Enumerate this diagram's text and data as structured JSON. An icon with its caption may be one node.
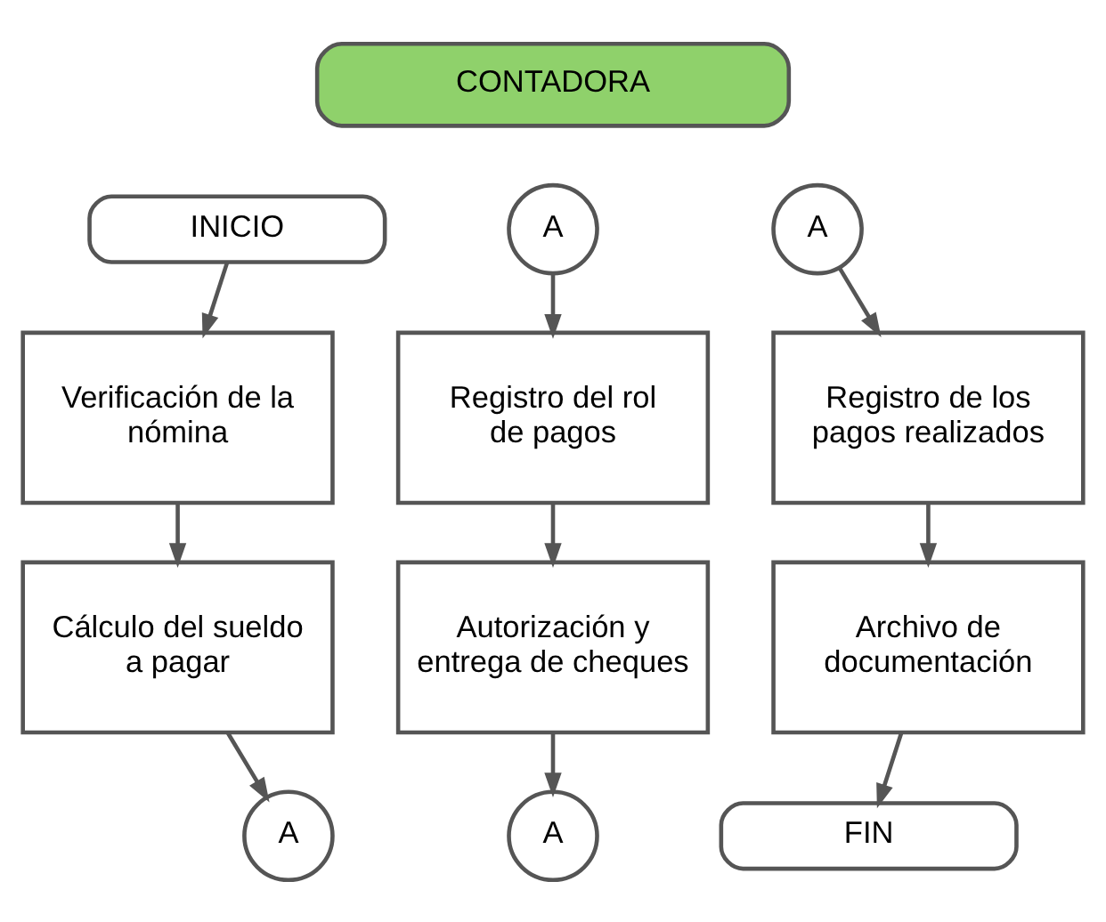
{
  "diagram": {
    "nodes": [
      {
        "text": [
          "CONTADORA"
        ]
      },
      {
        "text": [
          "INICIO"
        ]
      },
      {
        "text": [
          "A"
        ]
      },
      {
        "text": [
          "A"
        ]
      },
      {
        "text": [
          "Verificación de la nómina"
        ]
      },
      {
        "text": [
          "Registro del rol de pagos"
        ]
      },
      {
        "text": [
          "Registro de los pagos realizados"
        ]
      },
      {
        "text": [
          "Cálculo del sueldo a pagar"
        ]
      },
      {
        "text": [
          "Autorización y entrega de cheques"
        ]
      },
      {
        "text": [
          "Archivo de documentación"
        ]
      },
      {
        "text": [
          "A"
        ]
      },
      {
        "text": [
          "A"
        ]
      },
      {
        "text": [
          "FIN"
        ]
      }
    ],
    "edges": [
      {
        "from": 1,
        "to": 4,
        "arrow": "to"
      },
      {
        "from": 4,
        "to": 7,
        "arrow": "to"
      },
      {
        "from": 7,
        "to": 10,
        "arrow": "to"
      },
      {
        "from": 2,
        "to": 5,
        "arrow": "to"
      },
      {
        "from": 5,
        "to": 8,
        "arrow": "to"
      },
      {
        "from": 8,
        "to": 11,
        "arrow": "to"
      },
      {
        "from": 3,
        "to": 6,
        "arrow": "to"
      },
      {
        "from": 6,
        "to": 9,
        "arrow": "to"
      },
      {
        "from": 9,
        "to": 12,
        "arrow": "to"
      }
    ]
  }
}
